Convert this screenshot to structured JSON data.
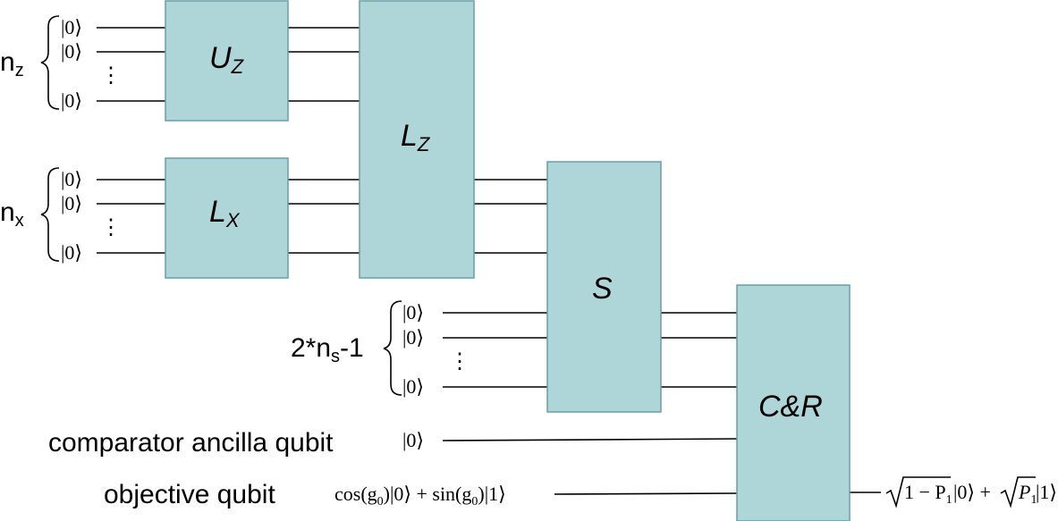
{
  "registers": {
    "nz": {
      "base": "n",
      "sub": "z"
    },
    "nx": {
      "base": "n",
      "sub": "x"
    },
    "ns": {
      "prefix": "2*n",
      "sub": "s",
      "suffix": "-1"
    }
  },
  "ket_zero": "|0⟩",
  "vdots": "⋮",
  "gates": {
    "uz": {
      "base": "U",
      "sub": "Z"
    },
    "lx": {
      "base": "L",
      "sub": "X"
    },
    "lz": {
      "base": "L",
      "sub": "Z"
    },
    "s": {
      "base": "S"
    },
    "cr": {
      "base": "C&R"
    }
  },
  "labels": {
    "comparator": "comparator ancilla qubit",
    "objective": "objective qubit"
  },
  "objective_input": {
    "cos": "cos(g",
    "sub0": "0",
    "mid": ")|0⟩ + sin(g",
    "sub1": "0",
    "tail": ")|1⟩"
  },
  "output": {
    "root1": "1 − P",
    "sub1": "1",
    "ket0": "|0⟩ +",
    "root2": "P",
    "sub2": "1",
    "ket1": "|1⟩"
  }
}
